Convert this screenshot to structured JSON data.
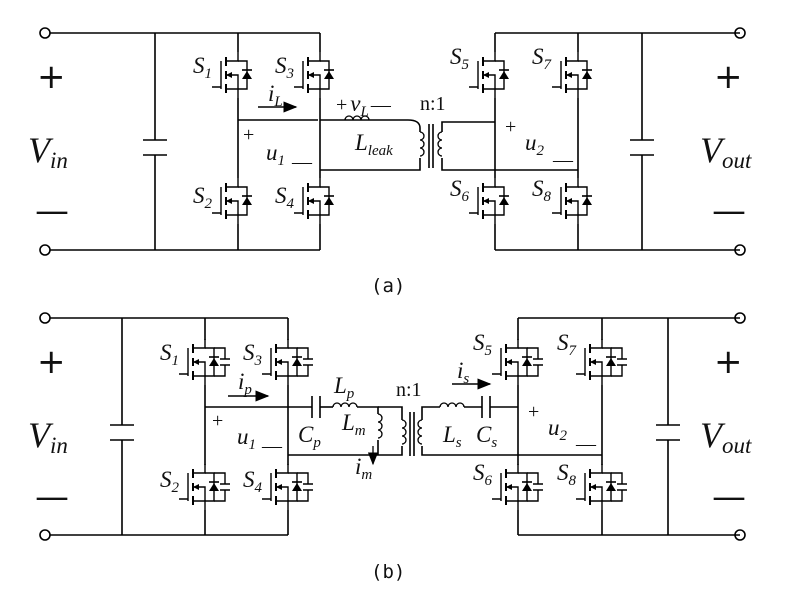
{
  "captions": {
    "a": "(a)",
    "b": "(b)"
  },
  "source": {
    "plus": "+",
    "minus": "—",
    "V": "V",
    "sub": "in"
  },
  "load": {
    "plus": "+",
    "minus": "—",
    "V": "V",
    "sub": "out"
  },
  "switches": {
    "S1": {
      "main": "S",
      "sub": "1"
    },
    "S2": {
      "main": "S",
      "sub": "2"
    },
    "S3": {
      "main": "S",
      "sub": "3"
    },
    "S4": {
      "main": "S",
      "sub": "4"
    },
    "S5": {
      "main": "S",
      "sub": "5"
    },
    "S6": {
      "main": "S",
      "sub": "6"
    },
    "S7": {
      "main": "S",
      "sub": "7"
    },
    "S8": {
      "main": "S",
      "sub": "8"
    }
  },
  "circuit_a": {
    "iL": {
      "main": "i",
      "sub": "L"
    },
    "vL": {
      "plus": "+",
      "main": "v",
      "sub": "L",
      "minus": "—"
    },
    "Lleak": {
      "main": "L",
      "sub": "leak"
    },
    "ratio": "n:1",
    "u1": {
      "plus": "+",
      "main": "u",
      "sub": "1",
      "minus": "—"
    },
    "u2": {
      "plus": "+",
      "main": "u",
      "sub": "2",
      "minus": "—"
    }
  },
  "circuit_b": {
    "ip": {
      "main": "i",
      "sub": "p"
    },
    "is": {
      "main": "i",
      "sub": "s"
    },
    "im": {
      "main": "i",
      "sub": "m"
    },
    "Lp": {
      "main": "L",
      "sub": "p"
    },
    "Lm": {
      "main": "L",
      "sub": "m"
    },
    "Ls": {
      "main": "L",
      "sub": "s"
    },
    "Cp": {
      "main": "C",
      "sub": "p"
    },
    "Cs": {
      "main": "C",
      "sub": "s"
    },
    "ratio": "n:1",
    "u1": {
      "plus": "+",
      "main": "u",
      "sub": "1",
      "minus": "—"
    },
    "u2": {
      "plus": "+",
      "main": "u",
      "sub": "2",
      "minus": "—"
    }
  }
}
